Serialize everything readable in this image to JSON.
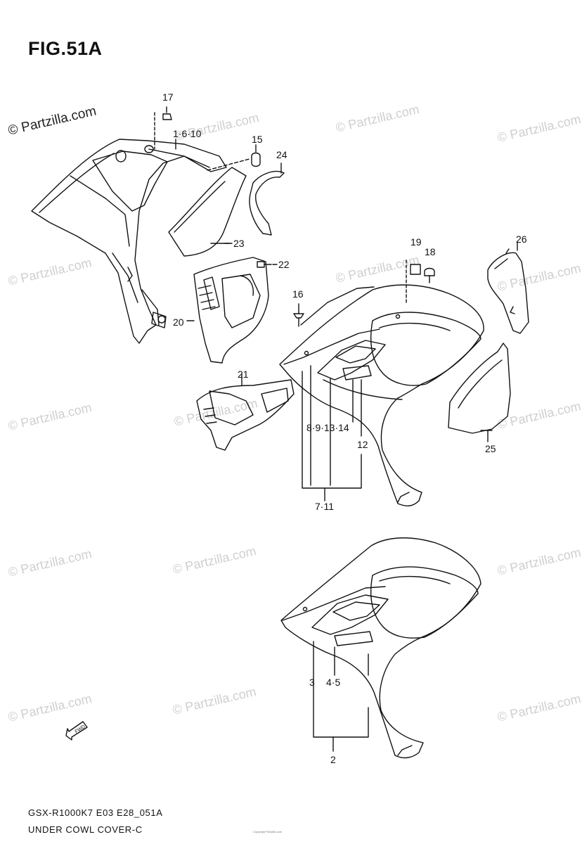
{
  "figure": {
    "title": "FIG.51A",
    "model_code": "GSX-R1000K7 E03 E28_051A",
    "section_name": "UNDER COWL COVER-C",
    "copyright_small": "Copyright Partzilla.com"
  },
  "watermark": {
    "text": "© Partzilla.com",
    "primary_text": "© Partzilla.com"
  },
  "forward_arrow": {
    "label": "FWD",
    "icon": "forward-arrow-icon"
  },
  "callouts": {
    "c17": "17",
    "c1_6_10": "1·6·10",
    "c15": "15",
    "c24": "24",
    "c23": "23",
    "c22": "22",
    "c20": "20",
    "c16": "16",
    "c19": "19",
    "c18": "18",
    "c26": "26",
    "c21": "21",
    "c8_9_13_14": "8·9·13·14",
    "c12": "12",
    "c25": "25",
    "c7_11": "7·11",
    "c3": "3",
    "c4_5": "4·5",
    "c2": "2"
  },
  "colors": {
    "line": "#111111",
    "watermark": "#cfcfcf",
    "background": "#ffffff"
  }
}
